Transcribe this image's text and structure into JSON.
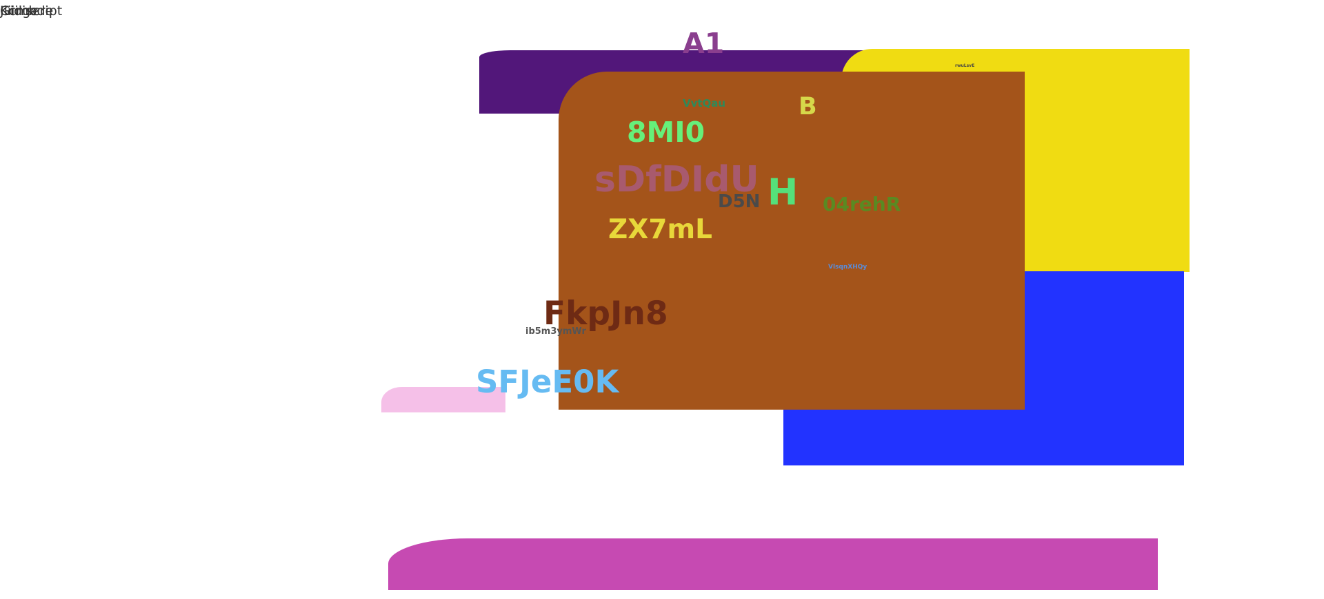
{
  "corner_labels": [
    "Jiiiiiiscript",
    "Kcmbde",
    "Gidge"
  ],
  "shapes": {
    "purple": {
      "color": "#52177A"
    },
    "yellow": {
      "color": "#F0DC12"
    },
    "blue": {
      "color": "#2233FF"
    },
    "orange": {
      "color": "#A4541A"
    },
    "pink_small": {
      "color": "#F5C0E8"
    },
    "magenta": {
      "color": "#C64AB2"
    }
  },
  "labels": {
    "a1": {
      "text": "A1",
      "color": "#8A3E8E"
    },
    "yellow_tiny": {
      "text": "rwuLsvE",
      "color": "#444444"
    },
    "vvtqau": {
      "text": "VvtQau",
      "color": "#2E8A5A"
    },
    "b": {
      "text": "B",
      "color": "#D6D84A"
    },
    "8mi0": {
      "text": "8MI0",
      "color": "#66F07A"
    },
    "sdfdldu": {
      "text": "sDfDIdU",
      "color": "#A85A6E"
    },
    "h": {
      "text": "H",
      "color": "#55E07A"
    },
    "d5n": {
      "text": "D5N",
      "color": "#4A4A4A"
    },
    "04rehr": {
      "text": "04rehR",
      "color": "#5A8A22"
    },
    "zx7ml": {
      "text": "ZX7mL",
      "color": "#E8D83A"
    },
    "vlsqnxhqy": {
      "text": "VlsqnXHQy",
      "color": "#5A8CD8"
    },
    "fkpjn8": {
      "text": "FkpJn8",
      "color": "#6E2A14"
    },
    "ib5m3": {
      "text": "ib5m3ymWr",
      "color": "#555555"
    },
    "sfjee0k": {
      "text": "SFJeE0K",
      "color": "#66BBF2"
    }
  }
}
